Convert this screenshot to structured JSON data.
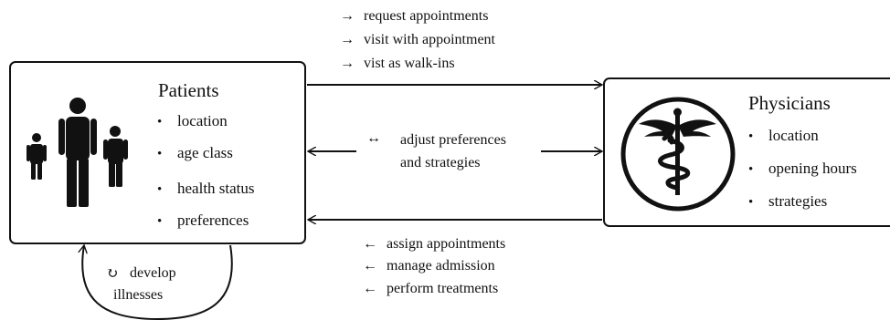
{
  "patients": {
    "title": "Patients",
    "attributes": [
      "location",
      "age class",
      "health status",
      "preferences"
    ]
  },
  "physicians": {
    "title": "Physicians",
    "attributes": [
      "location",
      "opening hours",
      "strategies"
    ]
  },
  "bullet": "•",
  "flows": {
    "to_physicians": {
      "arrow": "→",
      "items": [
        "request appointments",
        "visit with appointment",
        "vist as walk-ins"
      ]
    },
    "bidirectional": {
      "arrow": "↔",
      "lines": [
        "adjust preferences",
        "and strategies"
      ]
    },
    "to_patients": {
      "arrow": "←",
      "items": [
        "assign appointments",
        "manage admission",
        "perform treatments"
      ]
    },
    "self_loop": {
      "arrow": "↻",
      "lines": [
        "develop",
        "illnesses"
      ]
    }
  },
  "icons": {
    "patients": "people-icon",
    "physicians": "caduceus-icon"
  }
}
